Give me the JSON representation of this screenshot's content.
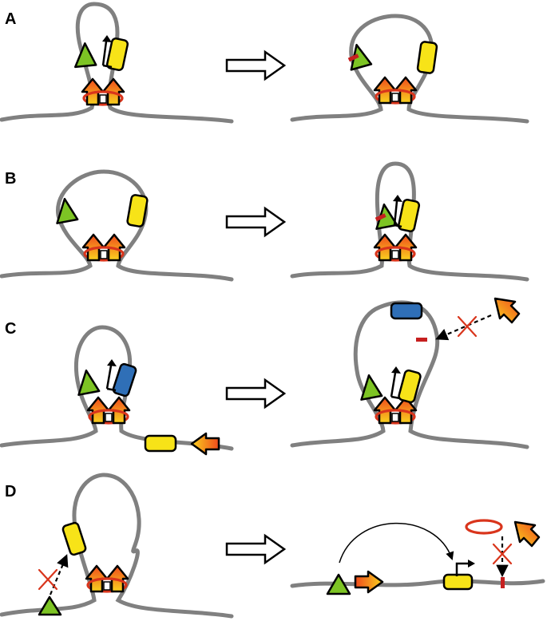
{
  "panels": [
    {
      "id": "A",
      "label": "A"
    },
    {
      "id": "B",
      "label": "B"
    },
    {
      "id": "C",
      "label": "C"
    },
    {
      "id": "D",
      "label": "D"
    }
  ],
  "colors": {
    "dna": "#808080",
    "enhancer_green": "#7dc424",
    "gene_yellow": "#f7e318",
    "insulator_blue": "#2f6fb7",
    "ctcf_gradient_top": "#f04a1c",
    "ctcf_gradient_bottom": "#f9d21e",
    "cohesin_ring": "#d9351c",
    "methylation_mark": "#c61f1f"
  },
  "icons": [
    "enhancer-triangle-icon",
    "gene-box-icon",
    "ctcf-arrow-icon",
    "cohesin-ring-icon",
    "promoter-arrow-icon",
    "transition-arrow-icon",
    "block-cross-icon",
    "methylation-mark-icon"
  ]
}
